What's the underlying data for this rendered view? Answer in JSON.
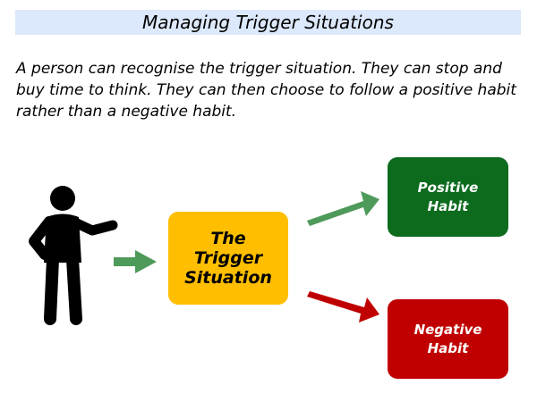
{
  "slide": {
    "title": "Managing Trigger Situations",
    "intro": "A person can recognise the trigger situation. They can stop and buy time to think. They can then choose to follow a positive habit rather than a negative habit."
  },
  "diagram": {
    "trigger": {
      "line1": "The",
      "line2": "Trigger",
      "line3": "Situation"
    },
    "positive": {
      "line1": "Positive",
      "line2": "Habit"
    },
    "negative": {
      "line1": "Negative",
      "line2": "Habit"
    },
    "icons": [
      "person-icon",
      "arrow-right-icon",
      "arrow-up-right-icon",
      "arrow-down-right-icon"
    ]
  },
  "colors": {
    "title_bar": "#dce8fb",
    "trigger_box": "#ffbf00",
    "positive_box": "#0d6b1e",
    "negative_box": "#c00000",
    "green_arrow": "#4e9a5a",
    "red_arrow": "#c00000",
    "figure": "#000000"
  }
}
